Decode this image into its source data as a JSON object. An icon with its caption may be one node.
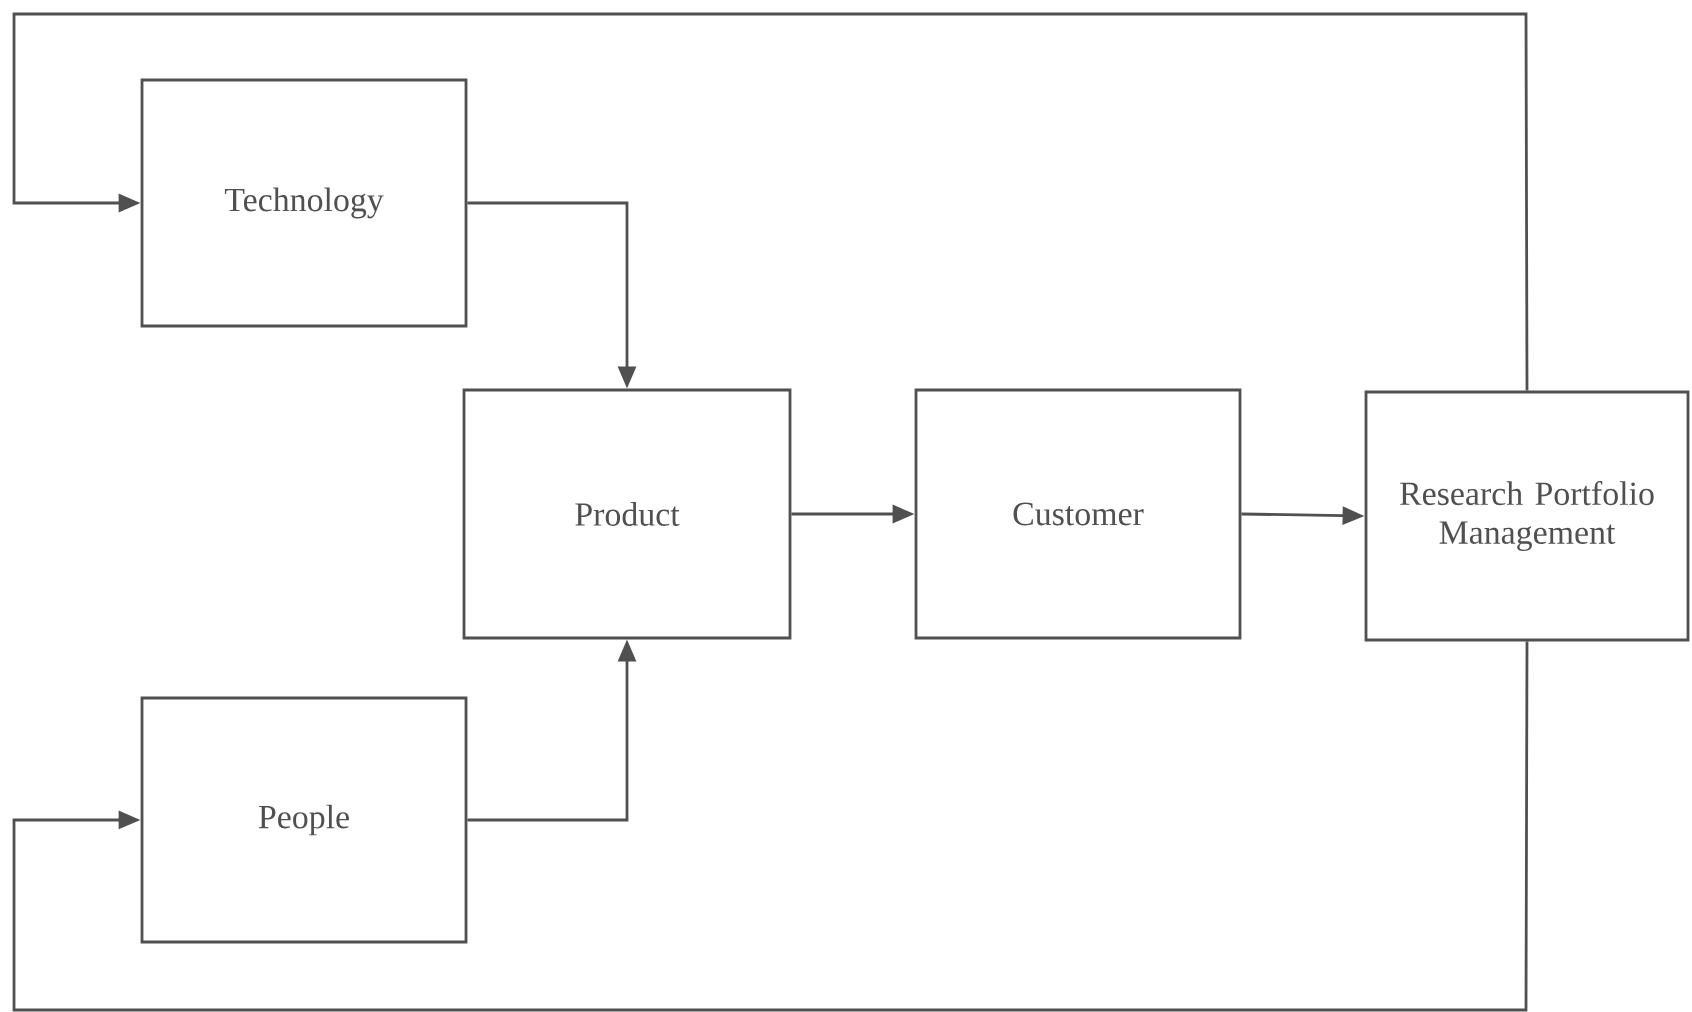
{
  "diagram": {
    "nodes": [
      {
        "text": [
          "Technology"
        ]
      },
      {
        "text": [
          "Product"
        ]
      },
      {
        "text": [
          "People"
        ]
      },
      {
        "text": [
          "Customer"
        ]
      },
      {
        "text": [
          "Research Portfolio Management"
        ]
      }
    ],
    "edges": [
      {
        "from": 0,
        "to": 1,
        "arrow": "to"
      },
      {
        "from": 2,
        "to": 1,
        "arrow": "to"
      },
      {
        "from": 1,
        "to": 3,
        "arrow": "to"
      },
      {
        "from": 3,
        "to": 4,
        "arrow": "to"
      },
      {
        "from": 4,
        "to": 0,
        "arrow": "to"
      },
      {
        "from": 4,
        "to": 2,
        "arrow": "to"
      }
    ]
  }
}
